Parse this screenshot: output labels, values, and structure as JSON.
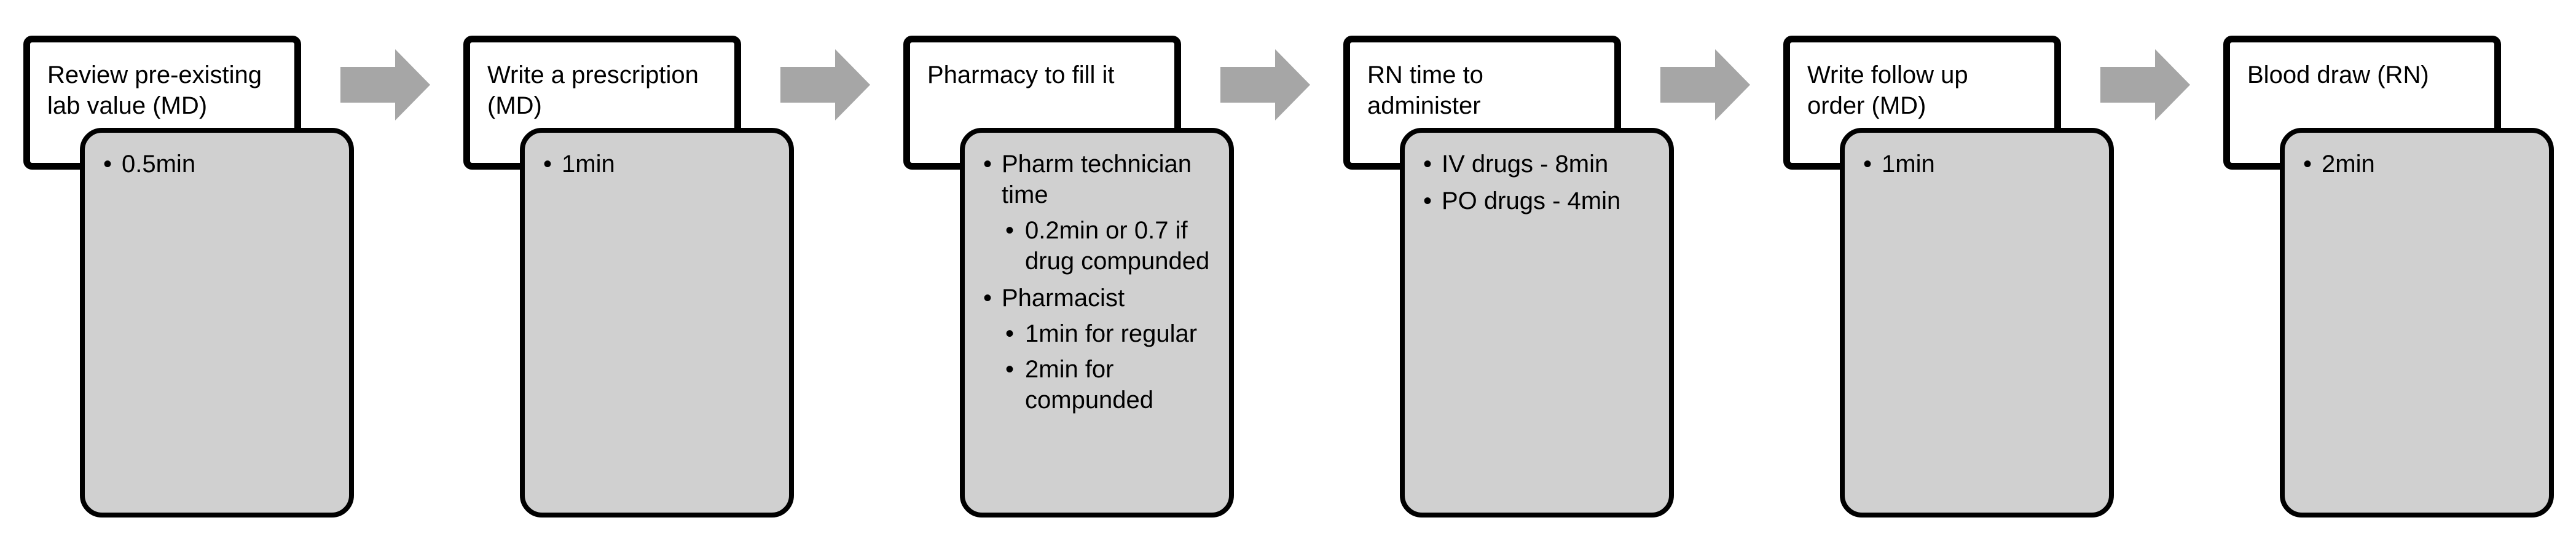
{
  "colors": {
    "title_fill": "#ffffff",
    "detail_fill": "#d0d0d0",
    "border": "#000000",
    "arrow": "#a6a6a6"
  },
  "steps": [
    {
      "title": "Review pre-existing\nlab value (MD)",
      "items": [
        {
          "text": "0.5min",
          "sub": []
        }
      ]
    },
    {
      "title": "Write a prescription\n(MD)",
      "items": [
        {
          "text": "1min",
          "sub": []
        }
      ]
    },
    {
      "title": "Pharmacy to fill it",
      "items": [
        {
          "text": "Pharm technician time",
          "sub": [
            "0.2min or 0.7 if drug compunded"
          ]
        },
        {
          "text": "Pharmacist",
          "sub": [
            "1min for regular",
            "2min for compunded"
          ]
        }
      ]
    },
    {
      "title": "RN time to\nadminister",
      "items": [
        {
          "text": "IV drugs - 8min",
          "sub": []
        },
        {
          "text": "PO drugs - 4min",
          "sub": []
        }
      ]
    },
    {
      "title": "Write follow up\norder (MD)",
      "items": [
        {
          "text": "1min",
          "sub": []
        }
      ]
    },
    {
      "title": "Blood draw (RN)",
      "items": [
        {
          "text": "2min",
          "sub": []
        }
      ]
    }
  ]
}
